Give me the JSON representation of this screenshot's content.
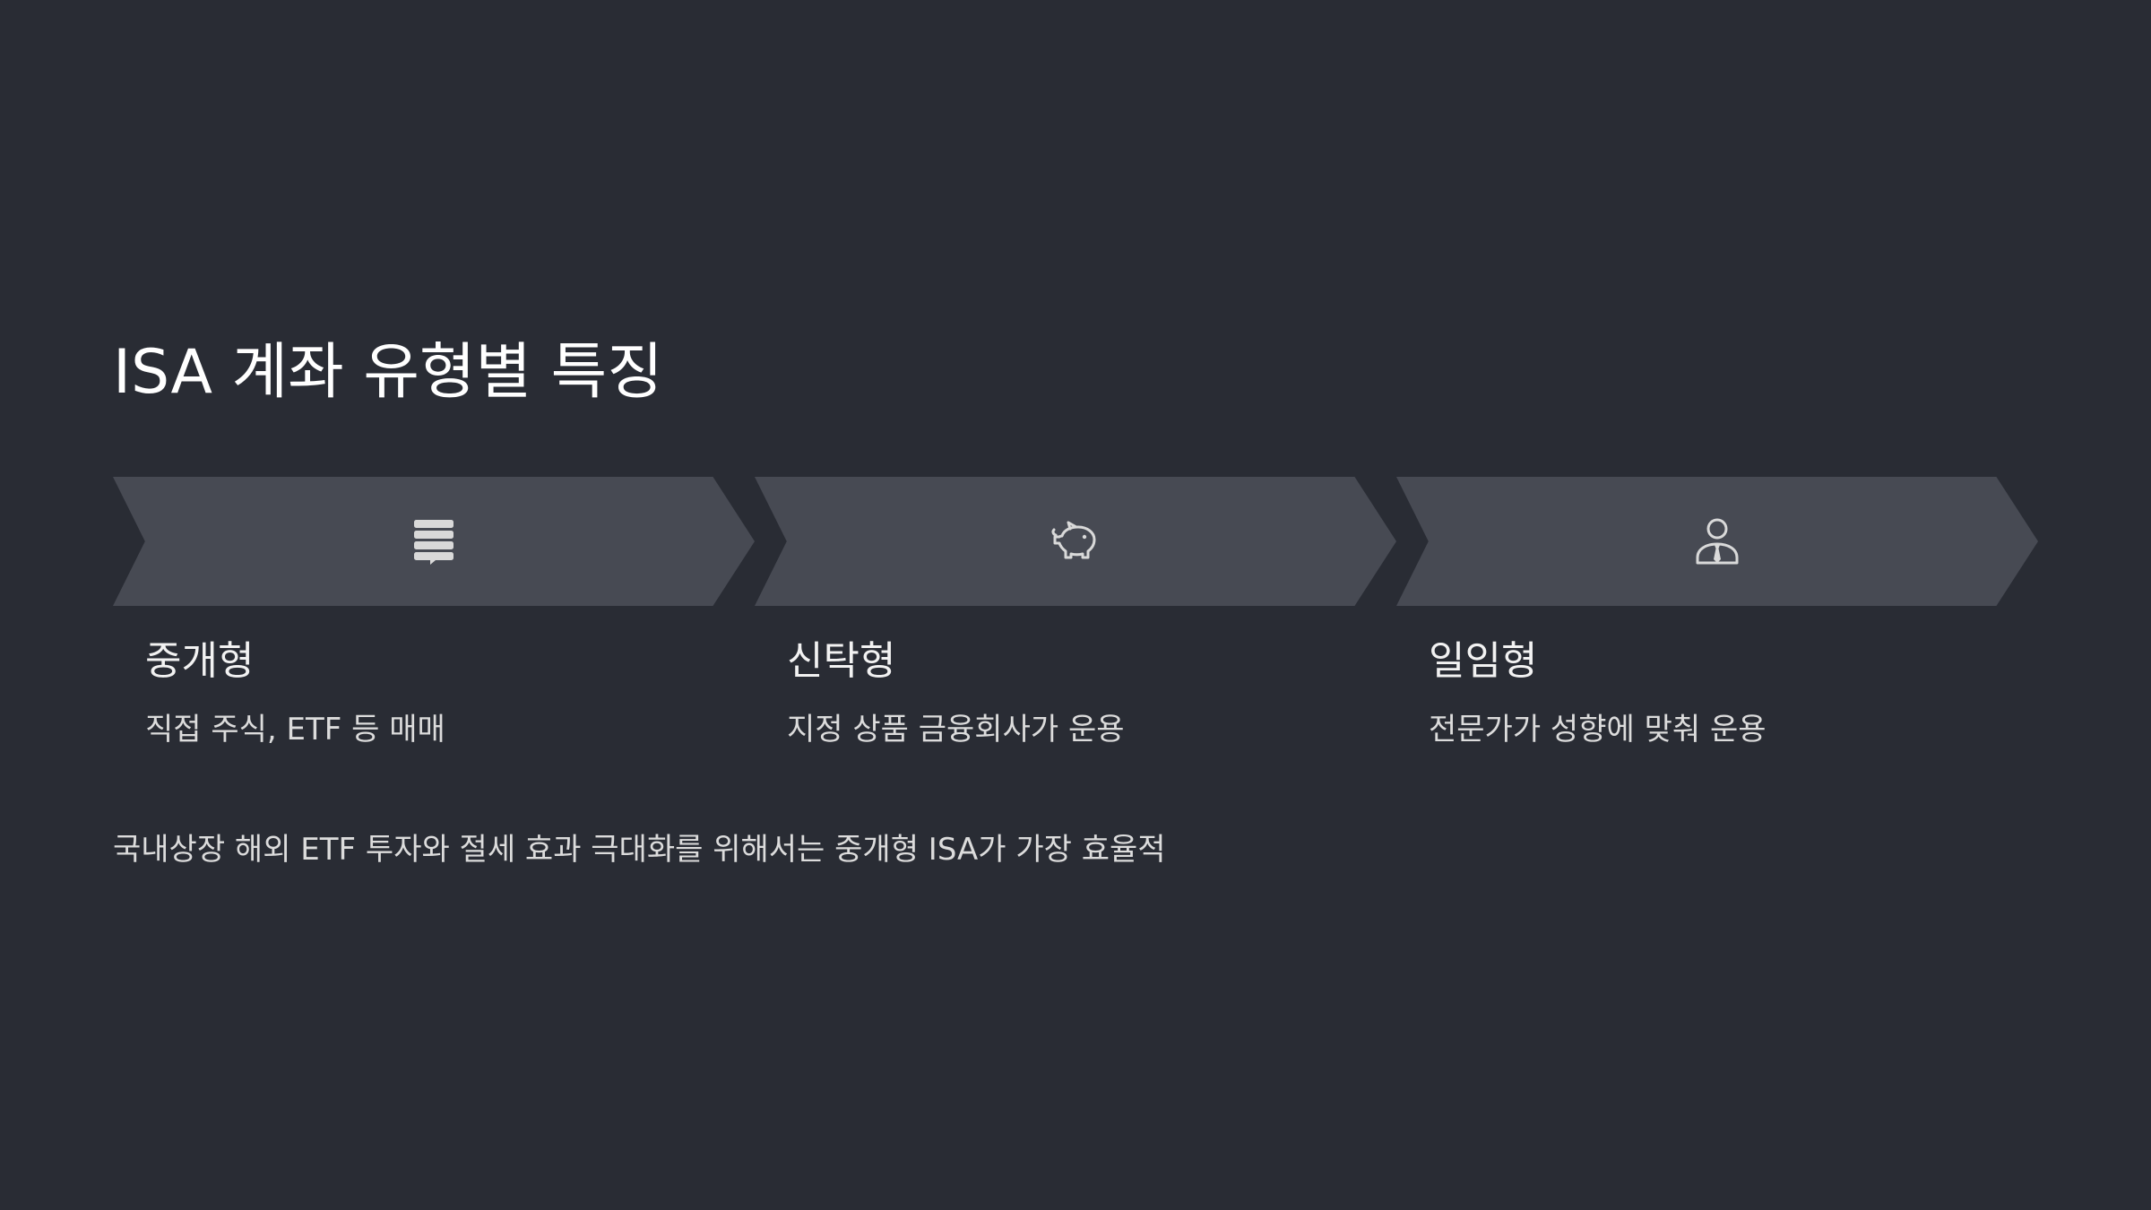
{
  "title": "ISA 계좌 유형별 특징",
  "colors": {
    "background": "#292c34",
    "chevron_fill": "#474a53",
    "icon_color": "#d9d9d9",
    "title_text": "#ffffff",
    "body_text": "#dcdcdc"
  },
  "steps": [
    {
      "icon": "stack-chat-icon",
      "name": "중개형",
      "description": "직접 주식, ETF 등 매매"
    },
    {
      "icon": "piggy-bank-icon",
      "name": "신탁형",
      "description": "지정 상품 금융회사가 운용"
    },
    {
      "icon": "advisor-person-icon",
      "name": "일임형",
      "description": "전문가가 성향에 맞춰 운용"
    }
  ],
  "conclusion": "국내상장 해외 ETF 투자와 절세 효과 극대화를 위해서는 중개형 ISA가 가장 효율적"
}
